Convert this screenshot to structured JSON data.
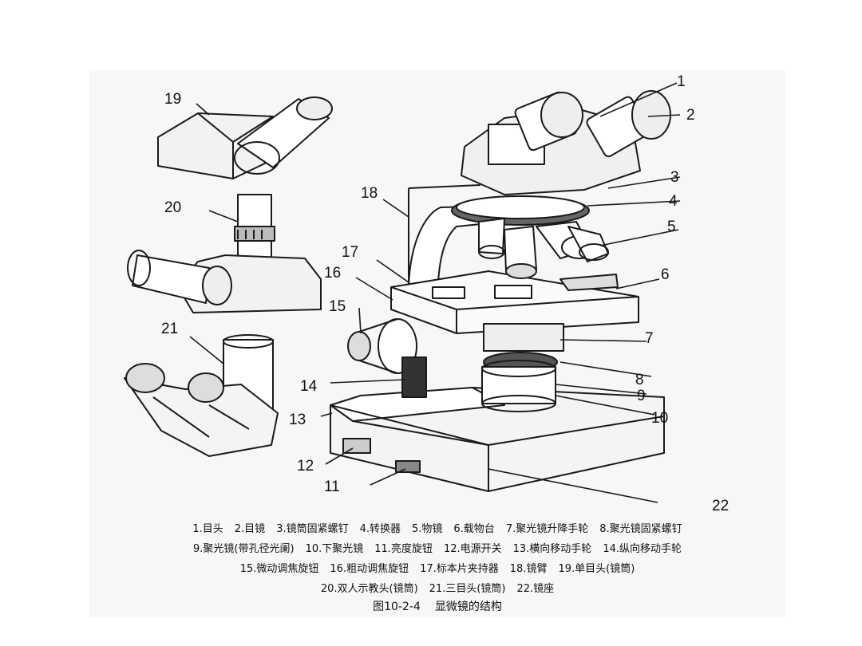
{
  "labels": [
    "1",
    "2",
    "3",
    "4",
    "5",
    "6",
    "7",
    "8",
    "9",
    "10",
    "11",
    "12",
    "13",
    "14",
    "15",
    "16",
    "17",
    "18",
    "19",
    "20",
    "21",
    "22"
  ],
  "legend": {
    "row1": [
      "1.目头",
      "2.目镜",
      "3.镜筒固紧螺钉",
      "4.转换器",
      "5.物镜",
      "6.载物台",
      "7.聚光镜升降手轮",
      "8.聚光镜固紧螺钉"
    ],
    "row2": [
      "9.聚光镜(带孔径光阑)",
      "10.下聚光镜",
      "11.亮度旋钮",
      "12.电源开关",
      "13.横向移动手轮",
      "14.纵向移动手轮"
    ],
    "row3": [
      "15.微动调焦旋钮",
      "16.粗动调焦旋钮",
      "17.标本片夹持器",
      "18.镜臂",
      "19.单目头(镜筒)"
    ],
    "row4": [
      "20.双人示教头(镜筒)",
      "21.三目头(镜筒)",
      "22.镜座"
    ]
  },
  "caption": {
    "figure_no": "图10-2-4",
    "title": "显微镜的结构"
  }
}
